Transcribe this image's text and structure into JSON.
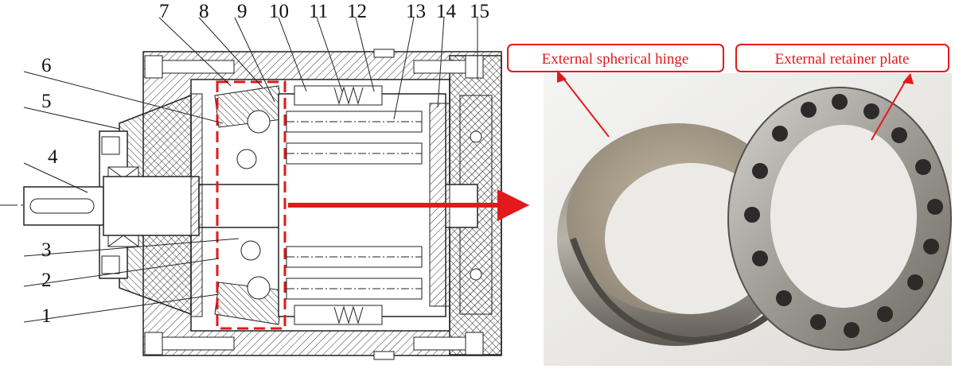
{
  "part_numbers": [
    "1",
    "2",
    "3",
    "4",
    "5",
    "6",
    "7",
    "8",
    "9",
    "10",
    "11",
    "12",
    "13",
    "14",
    "15"
  ],
  "callouts": {
    "spherical_hinge": "External spherical hinge",
    "retainer_plate": "External retainer plate"
  },
  "colors": {
    "annotation_red": "#e3191b",
    "drawing_line": "#222222",
    "metal_light": "#c9c4b9",
    "metal_dark": "#6e6a63"
  }
}
